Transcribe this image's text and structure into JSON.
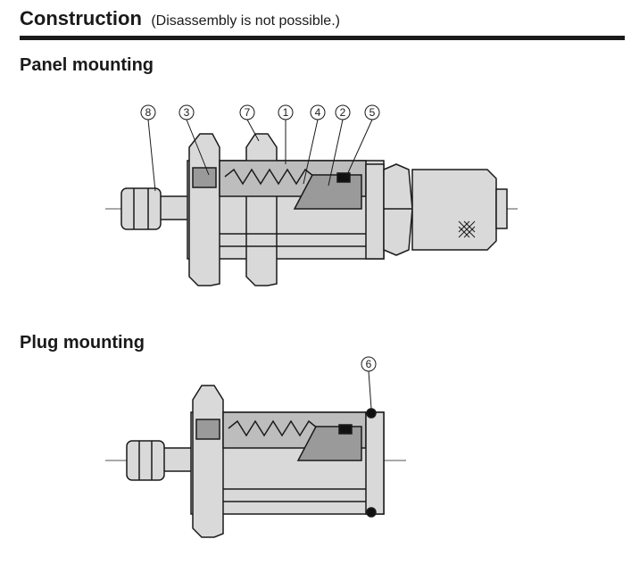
{
  "header": {
    "title": "Construction",
    "note": "(Disassembly is not possible.)"
  },
  "panel_mounting": {
    "title": "Panel mounting",
    "callouts": [
      "8",
      "3",
      "7",
      "1",
      "4",
      "2",
      "5"
    ]
  },
  "plug_mounting": {
    "title": "Plug mounting",
    "callouts": [
      "6"
    ]
  },
  "colors": {
    "body": "#d9d9d9",
    "dark_part": "#9a9a9a",
    "outline": "#1a1a1a",
    "seal": "#111111"
  }
}
